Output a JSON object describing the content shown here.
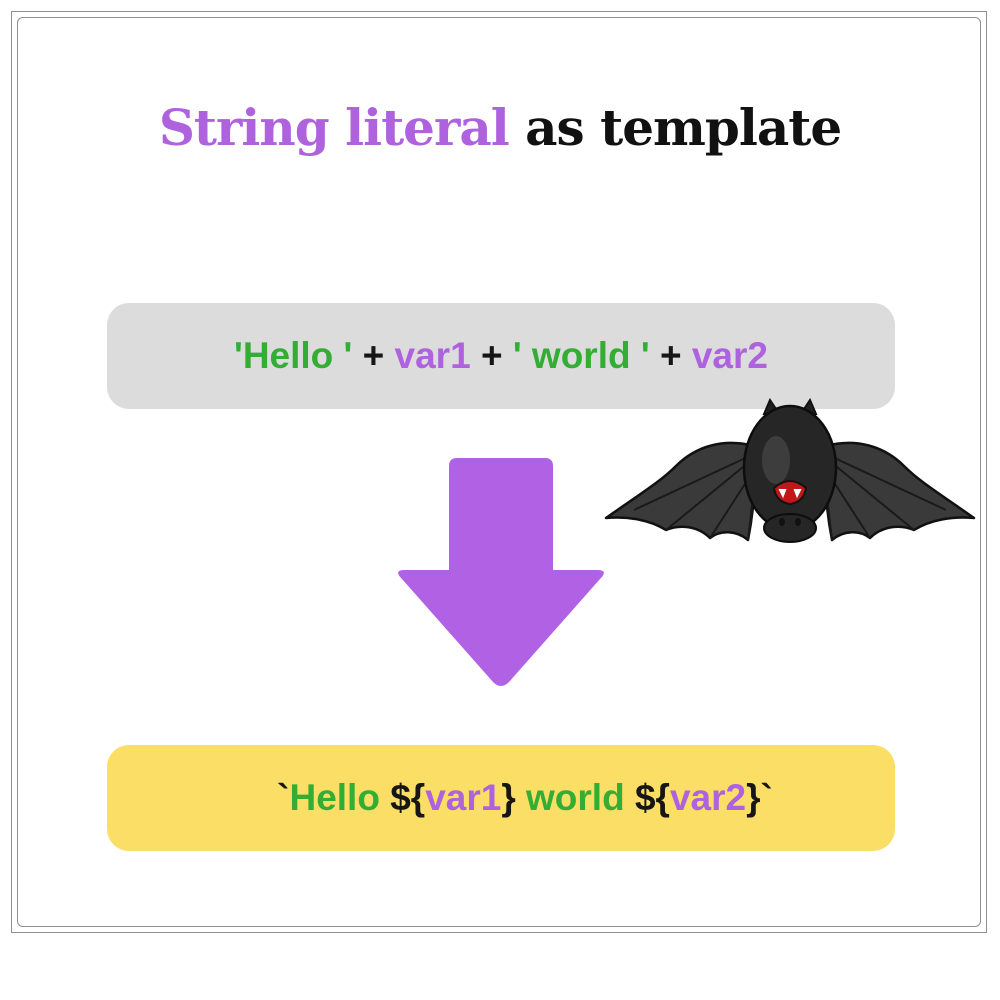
{
  "title": {
    "accent": "String literal",
    "rest": "as template"
  },
  "before": {
    "tokens": [
      {
        "text": "'Hello '",
        "kind": "string"
      },
      {
        "text": " + ",
        "kind": "operator"
      },
      {
        "text": "var1",
        "kind": "variable"
      },
      {
        "text": " + ",
        "kind": "operator"
      },
      {
        "text": "' world '",
        "kind": "string"
      },
      {
        "text": " + ",
        "kind": "operator"
      },
      {
        "text": "var2",
        "kind": "variable"
      }
    ]
  },
  "after": {
    "tokens": [
      {
        "text": "`",
        "kind": "operator"
      },
      {
        "text": "Hello ",
        "kind": "string"
      },
      {
        "text": "${",
        "kind": "operator"
      },
      {
        "text": "var1",
        "kind": "variable"
      },
      {
        "text": "}",
        "kind": "operator"
      },
      {
        "text": " world ",
        "kind": "string"
      },
      {
        "text": "${",
        "kind": "operator"
      },
      {
        "text": "var2",
        "kind": "variable"
      },
      {
        "text": "}",
        "kind": "operator"
      },
      {
        "text": "`",
        "kind": "operator"
      }
    ]
  },
  "arrow": {
    "icon": "down-arrow-icon",
    "color": "#b162e4"
  },
  "bat": {
    "icon": "bat-icon"
  },
  "colors": {
    "accent": "#ae62de",
    "string": "#34ad34",
    "variable": "#ae62de",
    "operator": "#161616",
    "box_before": "#dcdcdc",
    "box_after": "#fbde65"
  }
}
